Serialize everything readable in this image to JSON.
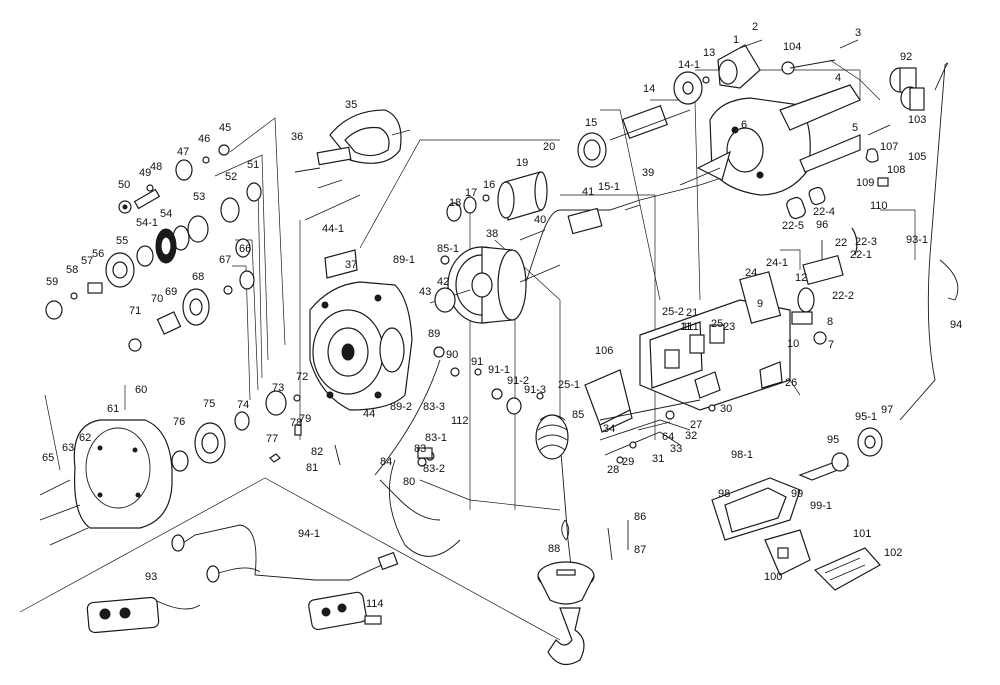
{
  "diagram": {
    "labels": [
      "1",
      "2",
      "3",
      "4",
      "5",
      "6",
      "7",
      "8",
      "9",
      "10",
      "11",
      "12",
      "13",
      "14",
      "14-1",
      "15",
      "15-1",
      "16",
      "17",
      "18",
      "19",
      "20",
      "21",
      "22",
      "22-1",
      "22-2",
      "22-3",
      "22-4",
      "22-5",
      "23",
      "24",
      "24-1",
      "25",
      "25-1",
      "25-2",
      "26",
      "27",
      "28",
      "29",
      "30",
      "31",
      "32",
      "33",
      "34",
      "35",
      "36",
      "37",
      "38",
      "39",
      "40",
      "41",
      "42",
      "43",
      "44",
      "44-1",
      "45",
      "46",
      "47",
      "48",
      "49",
      "50",
      "51",
      "52",
      "53",
      "54",
      "54-1",
      "55",
      "56",
      "57",
      "58",
      "59",
      "60",
      "61",
      "62",
      "63",
      "64",
      "65",
      "66",
      "67",
      "68",
      "69",
      "70",
      "71",
      "72",
      "73",
      "74",
      "75",
      "76",
      "77",
      "78",
      "79",
      "80",
      "81",
      "82",
      "83",
      "83-1",
      "83-2",
      "83-3",
      "84",
      "85",
      "85-1",
      "86",
      "87",
      "88",
      "89",
      "89-1",
      "89-2",
      "90",
      "91",
      "91-1",
      "91-2",
      "91-3",
      "92",
      "93",
      "93-1",
      "94",
      "94-1",
      "95",
      "95-1",
      "96",
      "97",
      "98",
      "98-1",
      "99",
      "99-1",
      "100",
      "101",
      "102",
      "103",
      "104",
      "105",
      "106",
      "107",
      "108",
      "109",
      "110",
      "111",
      "112",
      "114"
    ]
  }
}
